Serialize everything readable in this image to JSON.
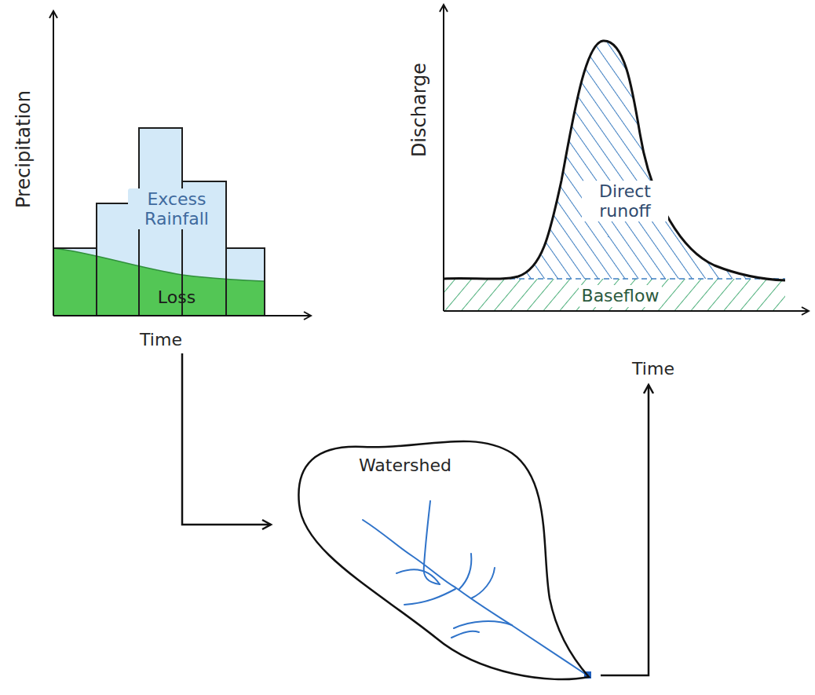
{
  "diagram": {
    "nodes": [
      {
        "text": [
          "Precipitation",
          "Time"
        ]
      },
      {
        "text": [
          "Excess Rainfall"
        ],
        "in": 0
      },
      {
        "text": [
          "Loss"
        ],
        "in": 0
      },
      {
        "text": [
          "Watershed"
        ]
      },
      {
        "text": [
          "Discharge",
          "Time"
        ]
      },
      {
        "text": [
          "Direct runoff"
        ],
        "in": 4
      },
      {
        "text": [
          "Baseflow"
        ],
        "in": 4
      }
    ],
    "edges": [
      {
        "from": 0,
        "to": 3,
        "arrow": "to"
      },
      {
        "from": 3,
        "to": 4,
        "arrow": "to"
      }
    ]
  }
}
